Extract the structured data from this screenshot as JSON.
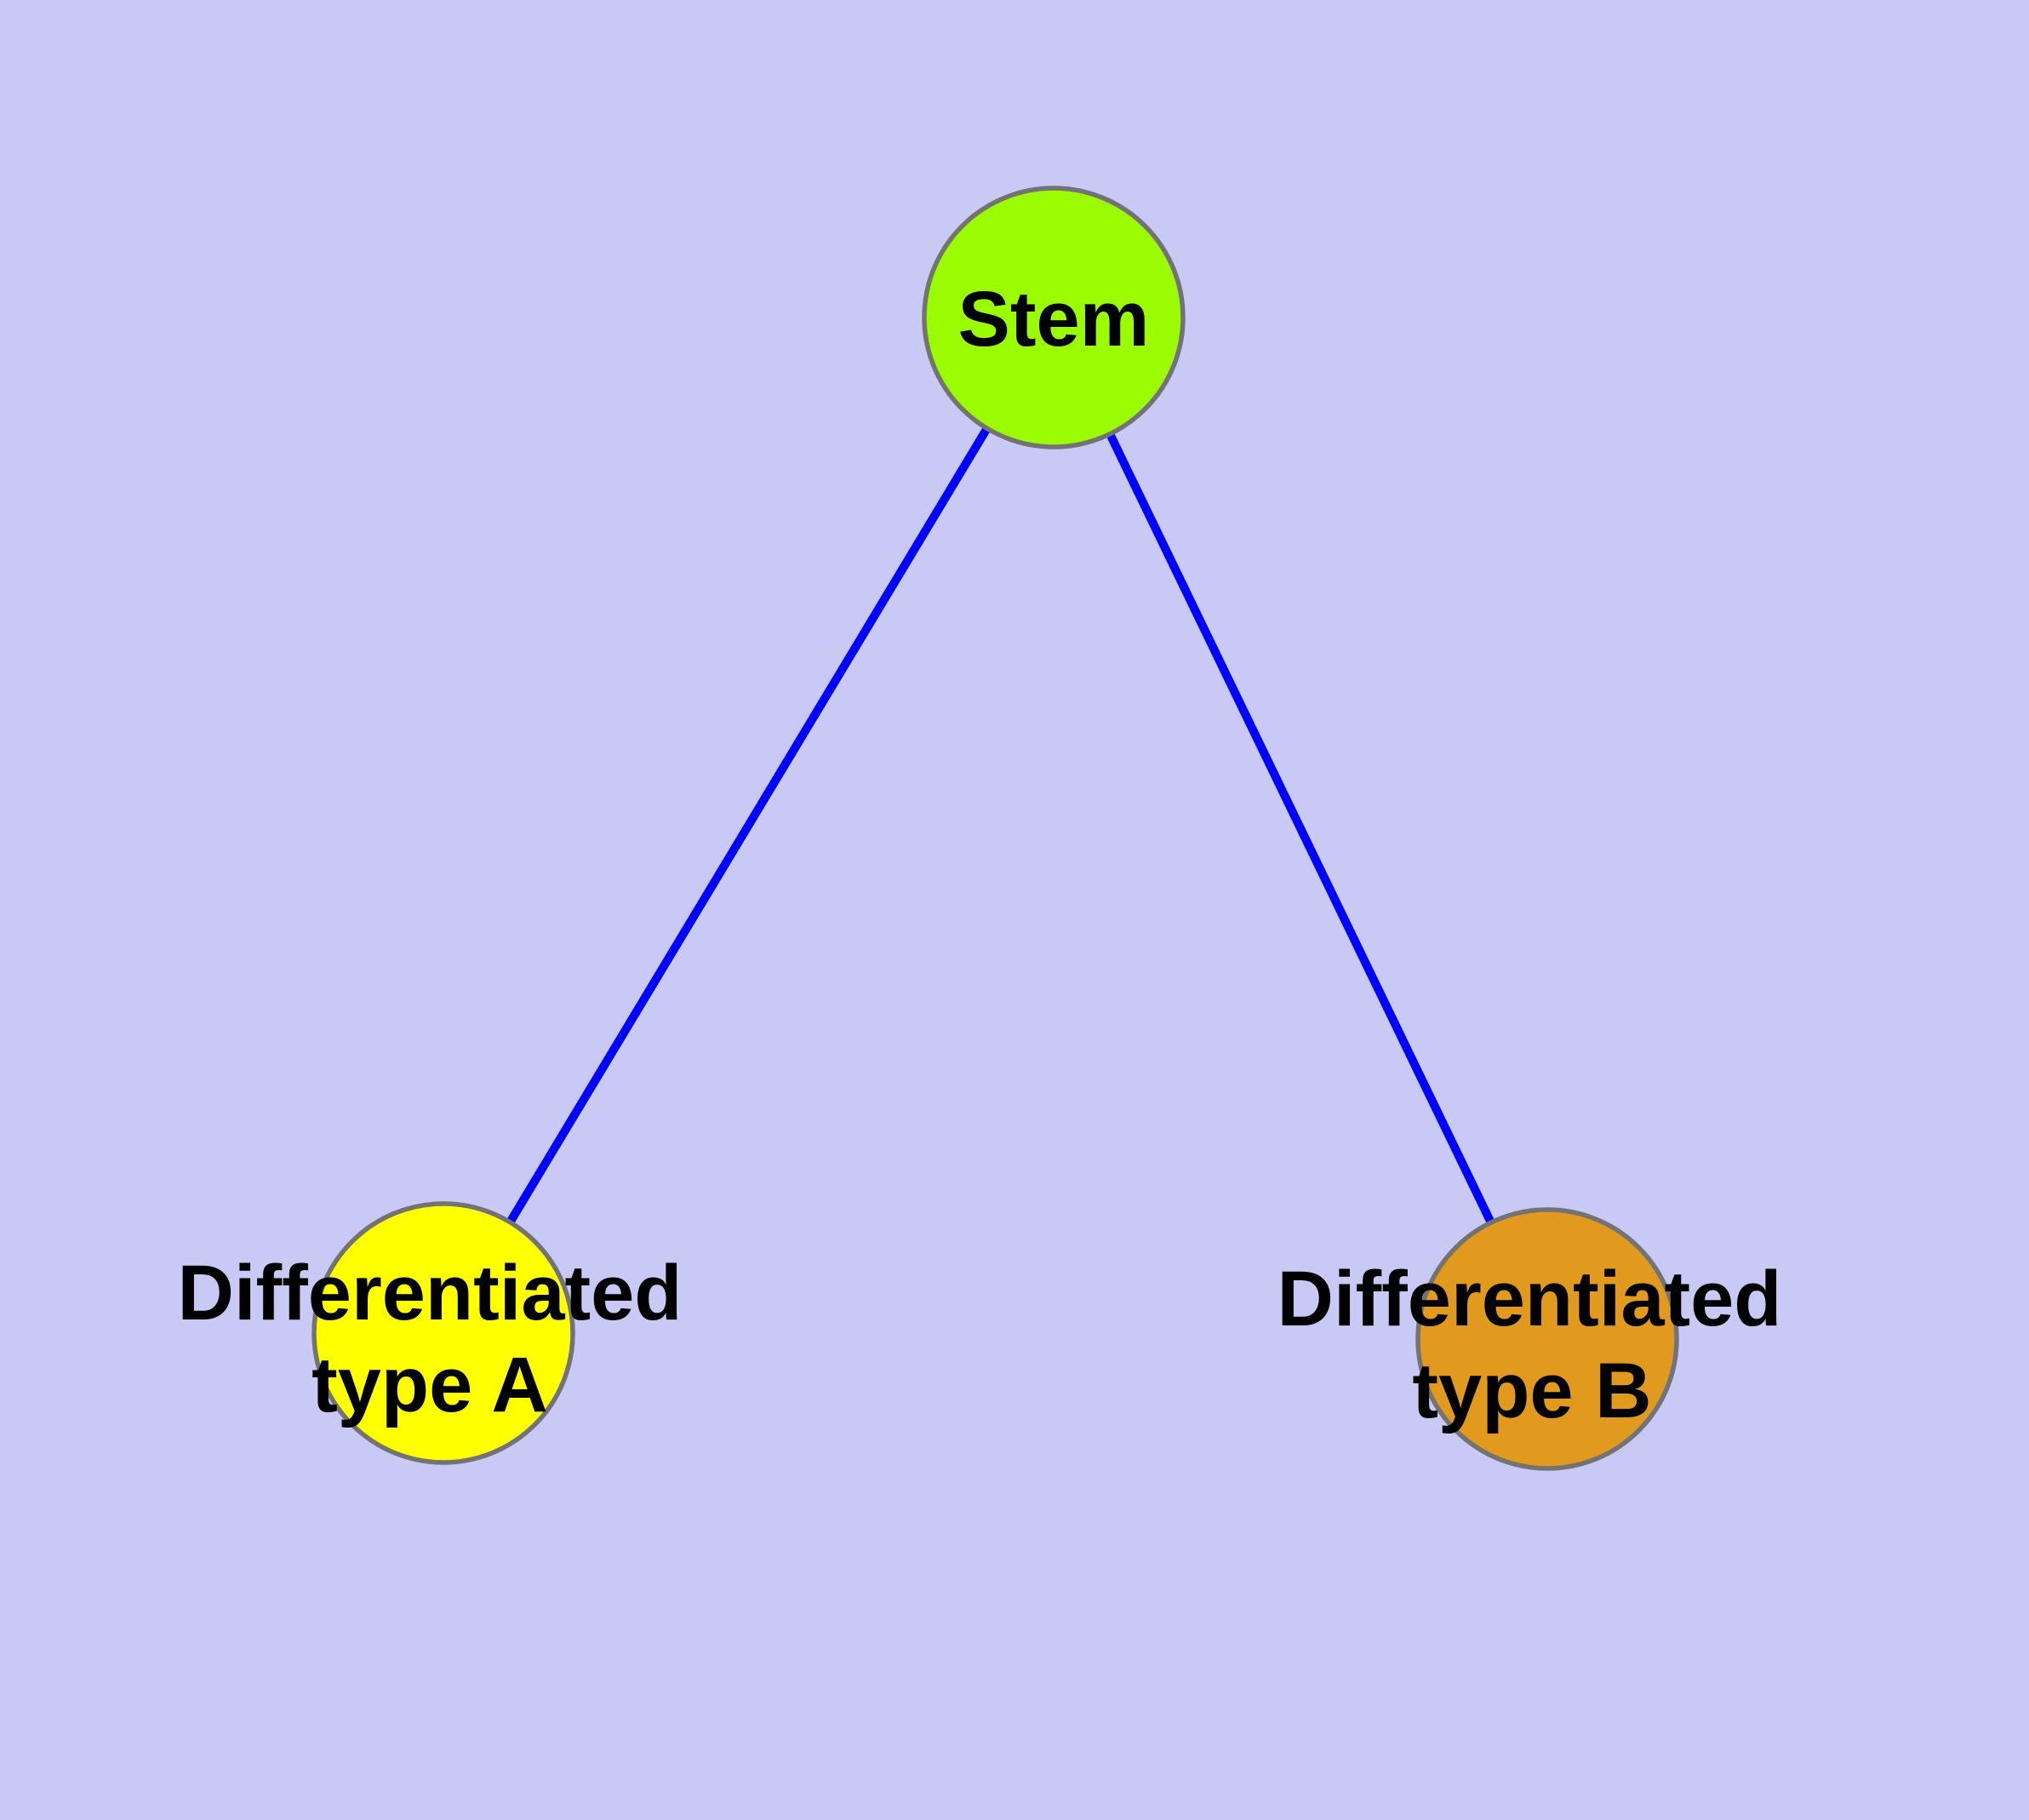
{
  "diagram": {
    "type": "graph",
    "colors": {
      "background": "#C9C9F6",
      "edge": "#0000FF",
      "node_border": "#737373",
      "label": "#000000"
    },
    "nodes": [
      {
        "id": "stem",
        "label": "Stem",
        "color": "#9BFB00"
      },
      {
        "id": "differentiated-type-a",
        "label": "Differentiated type A",
        "label_line1": "Differentiated",
        "label_line2": "type A",
        "color": "#FFFF00"
      },
      {
        "id": "differentiated-type-b",
        "label": "Differentiated type B",
        "label_line1": "Differentiated",
        "label_line2": "type B",
        "color": "#E1991E"
      }
    ],
    "edges": [
      {
        "from": "stem",
        "to": "differentiated-type-a"
      },
      {
        "from": "stem",
        "to": "differentiated-type-b"
      }
    ]
  }
}
